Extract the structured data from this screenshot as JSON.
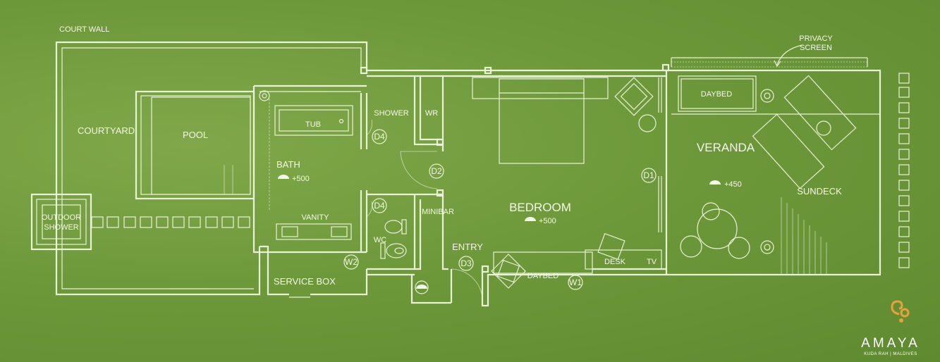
{
  "labels": {
    "court_wall": "COURT WALL",
    "privacy_screen_1": "PRIVACY",
    "privacy_screen_2": "SCREEN",
    "courtyard": "COURTYARD",
    "pool": "POOL",
    "outdoor_shower_1": "OUTDOOR",
    "outdoor_shower_2": "SHOWER",
    "tub": "TUB",
    "bath": "BATH",
    "bath_level": "+500",
    "vanity": "VANITY",
    "shower": "SHOWER",
    "wr": "WR",
    "wc": "WC",
    "minibar": "MINIBAR",
    "entry": "ENTRY",
    "service_box": "SERVICE BOX",
    "bedroom": "BEDROOM",
    "bedroom_level": "+500",
    "daybed_bedroom": "DAYBED",
    "desk": "DESK",
    "tv": "TV",
    "daybed_veranda": "DAYBED",
    "veranda": "VERANDA",
    "veranda_level": "+450",
    "sundeck": "SUNDECK"
  },
  "tags": {
    "d1": "D1",
    "d2": "D2",
    "d3": "D3",
    "d4_top": "D4",
    "d4_bottom": "D4",
    "w1": "W1",
    "w2": "W2"
  },
  "brand": {
    "name": "AMAYA",
    "tagline": "KUDA RAH | MALDIVES",
    "logo_icon": "amaya-swirl-logo-icon",
    "logo_color": "#e8a13a"
  },
  "colors": {
    "background": "#6f9a3a",
    "linework": "#e9f2d8"
  }
}
